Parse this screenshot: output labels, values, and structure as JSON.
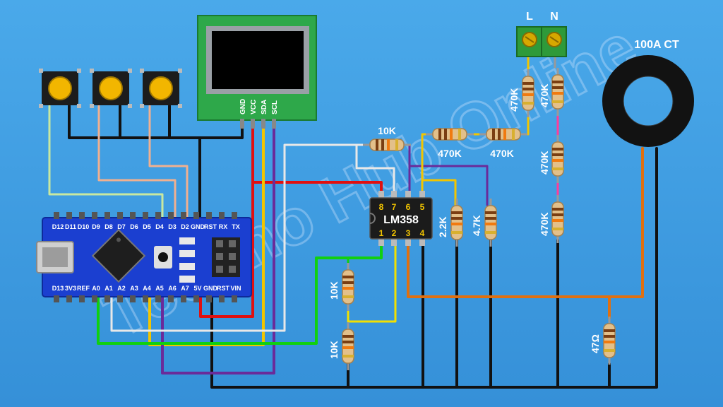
{
  "colors": {
    "background": "#3f9fe0",
    "wire_black": "#111111",
    "wire_red": "#e01010",
    "wire_yellow": "#f2c500",
    "wire_purple": "#6a2b9a",
    "wire_white": "#e8e8e8",
    "wire_green": "#10d010",
    "wire_orange": "#e07010",
    "wire_pink": "#ff3d9a",
    "wire_lightgreen": "#c8e8a0",
    "wire_salmon": "#f0b090",
    "oled_board": "#2ea84a",
    "nano_board": "#1b3fd0",
    "terminal": "#2e9a3a",
    "ct_ring": "#121212"
  },
  "arduino": {
    "top_pins": [
      "D12",
      "D11",
      "D10",
      "D9",
      "D8",
      "D7",
      "D6",
      "D5",
      "D4",
      "D3",
      "D2",
      "GND",
      "RST",
      "RX",
      "TX"
    ],
    "bottom_pins": [
      "D13",
      "3V3",
      "REF",
      "A0",
      "A1",
      "A2",
      "A3",
      "A4",
      "A5",
      "A6",
      "A7",
      "5V",
      "GND",
      "RST",
      "VIN"
    ]
  },
  "oled": {
    "pins": [
      "GND",
      "VCC",
      "SDA",
      "SCL"
    ]
  },
  "opamp": {
    "label": "LM358",
    "top_pins": [
      "8",
      "7",
      "6",
      "5"
    ],
    "bottom_pins": [
      "1",
      "2",
      "3",
      "4"
    ]
  },
  "terminal_block": {
    "labels": [
      "L",
      "N"
    ]
  },
  "ct": {
    "label": "100A CT"
  },
  "resistors": {
    "r_10k_top": "10K",
    "r_470k_h1": "470K",
    "r_470k_h2": "470K",
    "r_2k2": "2.2K",
    "r_4k7": "4.7K",
    "r_10k_mid": "10K",
    "r_10k_low": "10K",
    "r_470k_l": "470K",
    "r_470k_n1": "470K",
    "r_470k_n2": "470K",
    "r_470k_n3": "470K",
    "r_47": "47Ω"
  },
  "watermark": "Techno Hub Online"
}
